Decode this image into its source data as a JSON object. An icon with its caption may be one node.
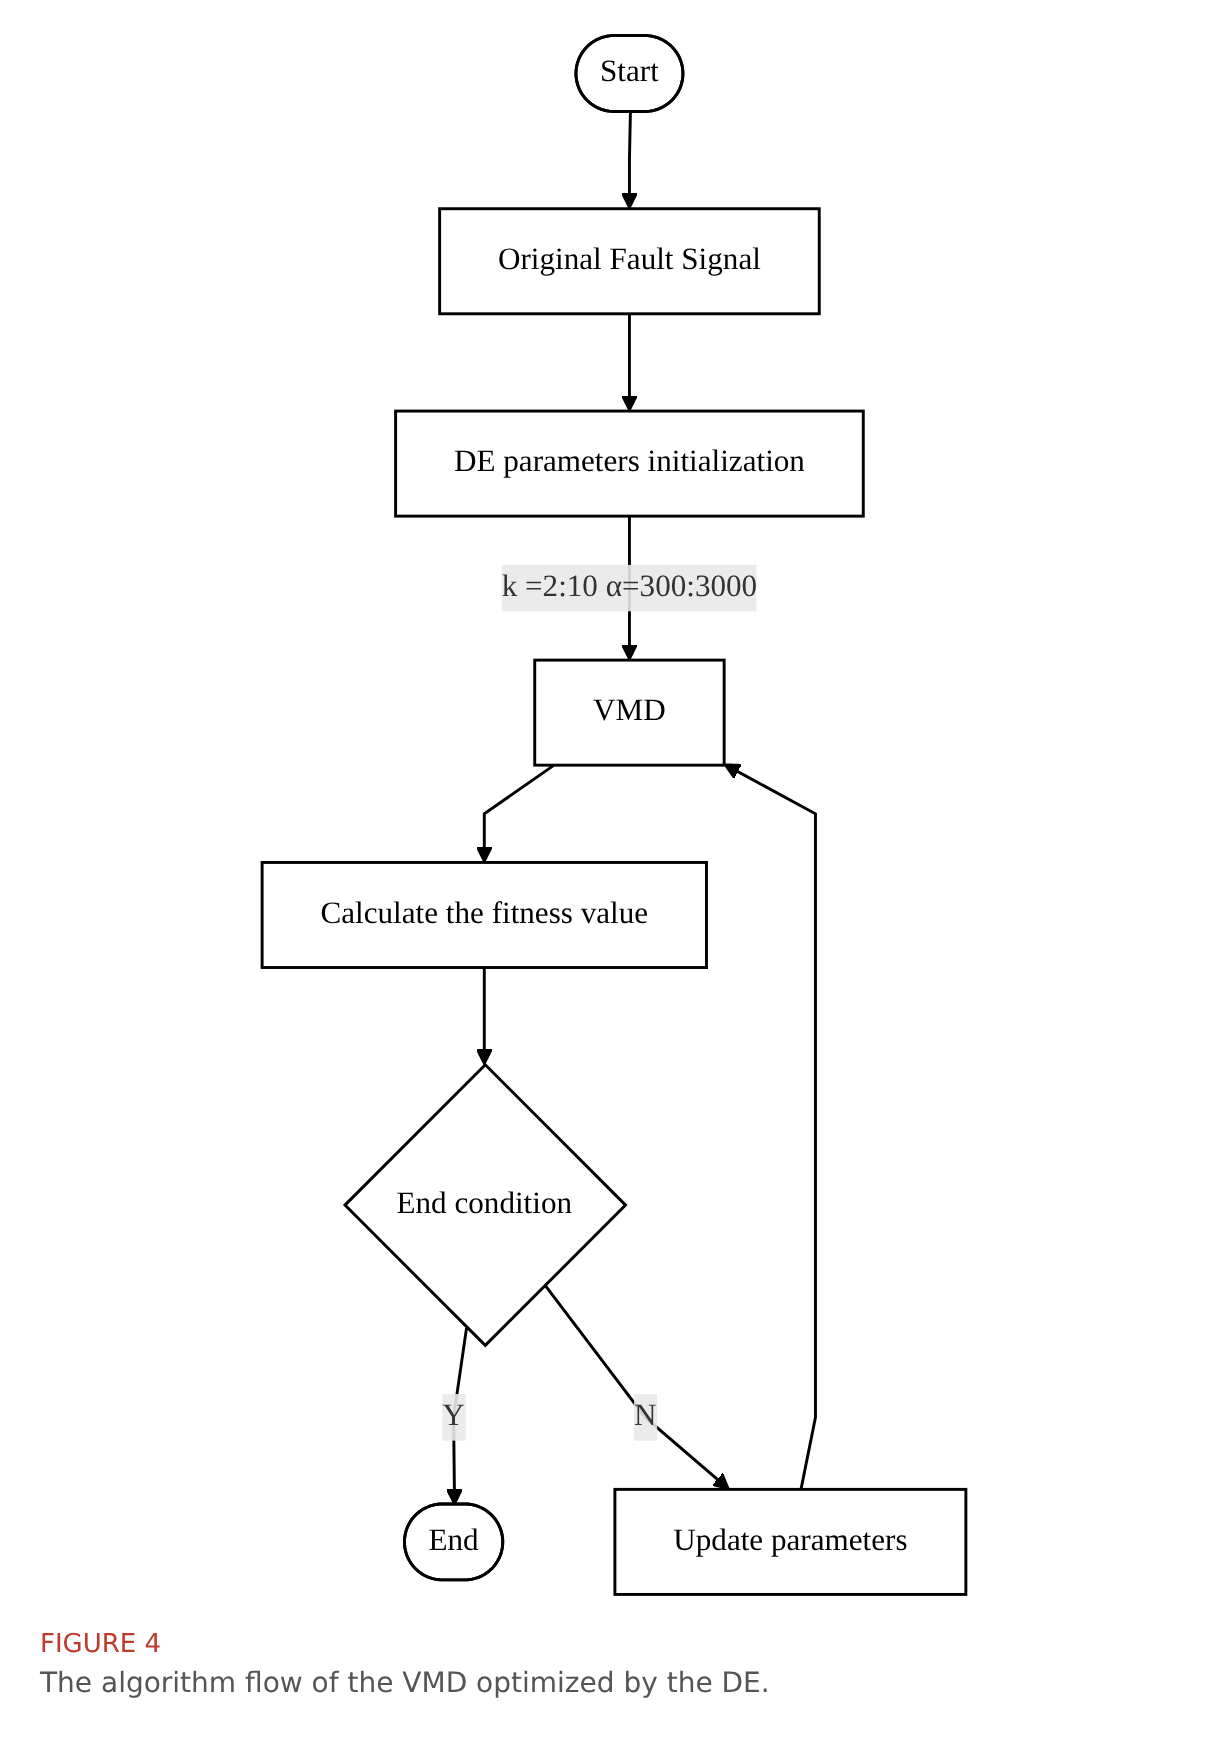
{
  "diagram": {
    "caption": "The algorithm flow of the VMD optimized by the DE.",
    "nodes": [
      {
        "text": [
          "Start"
        ]
      },
      {
        "text": [
          "Original Fault Signal"
        ]
      },
      {
        "text": [
          "DE parameters initialization"
        ]
      },
      {
        "text": [
          "VMD"
        ]
      },
      {
        "text": [
          "Calculate the fitness value"
        ]
      },
      {
        "text": [
          "End condition"
        ]
      },
      {
        "text": [
          "Update parameters"
        ]
      },
      {
        "text": [
          "End"
        ]
      }
    ],
    "edges": [
      {
        "from": 0,
        "to": 1,
        "arrow": "to"
      },
      {
        "from": 1,
        "to": 2,
        "arrow": "to"
      },
      {
        "from": 2,
        "to": 3,
        "arrow": "to",
        "label": "k =2:10 α=300:3000"
      },
      {
        "from": 3,
        "to": 4,
        "arrow": "to"
      },
      {
        "from": 4,
        "to": 5,
        "arrow": "to"
      },
      {
        "from": 5,
        "to": 7,
        "arrow": "to",
        "label": "Y"
      },
      {
        "from": 5,
        "to": 6,
        "arrow": "to",
        "label": "N"
      },
      {
        "from": 6,
        "to": 3,
        "arrow": "to"
      }
    ],
    "labels": [
      "FIGURE 4"
    ]
  }
}
